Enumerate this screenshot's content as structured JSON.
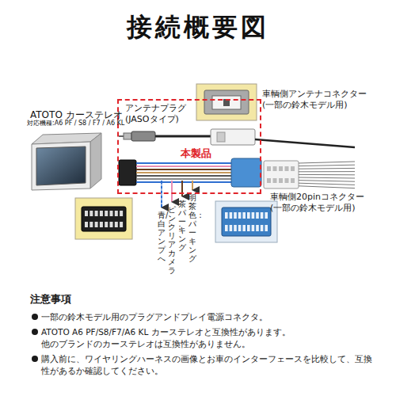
{
  "diagram": {
    "title": "接続概要図",
    "nodes": [
      {
        "text": [
          "アンテナプラグ (JASOタイプ)",
          "本製品"
        ]
      },
      {
        "text": [
          "ATOTO カーステレオ",
          "対応機種:A6 PF / S8 / F7 / A6 KL"
        ]
      }
    ],
    "labels": [
      "車輌側アンテナコネクター (一部の鈴木モデル用)",
      "車輌側20pinコネクター (一部の鈴木モデル用)",
      "明茶色：パーキング",
      "茶：パーキング",
      "ピンク：リアカメラ",
      "青/白：アンプへ",
      "注意事項",
      "一部の鈴木モデル用のプラグアンドプレイ電源コネクタ。",
      "ATOTO A6 PF/S8/F7/A6 KL カーステレオと互換性があります。 他のブランドのカーステレオは互換性がありません。",
      "購入前に、ワイヤリングハーネスの画像とお車のインターフェースを比較して、互換性があるか確認してください。"
    ]
  }
}
